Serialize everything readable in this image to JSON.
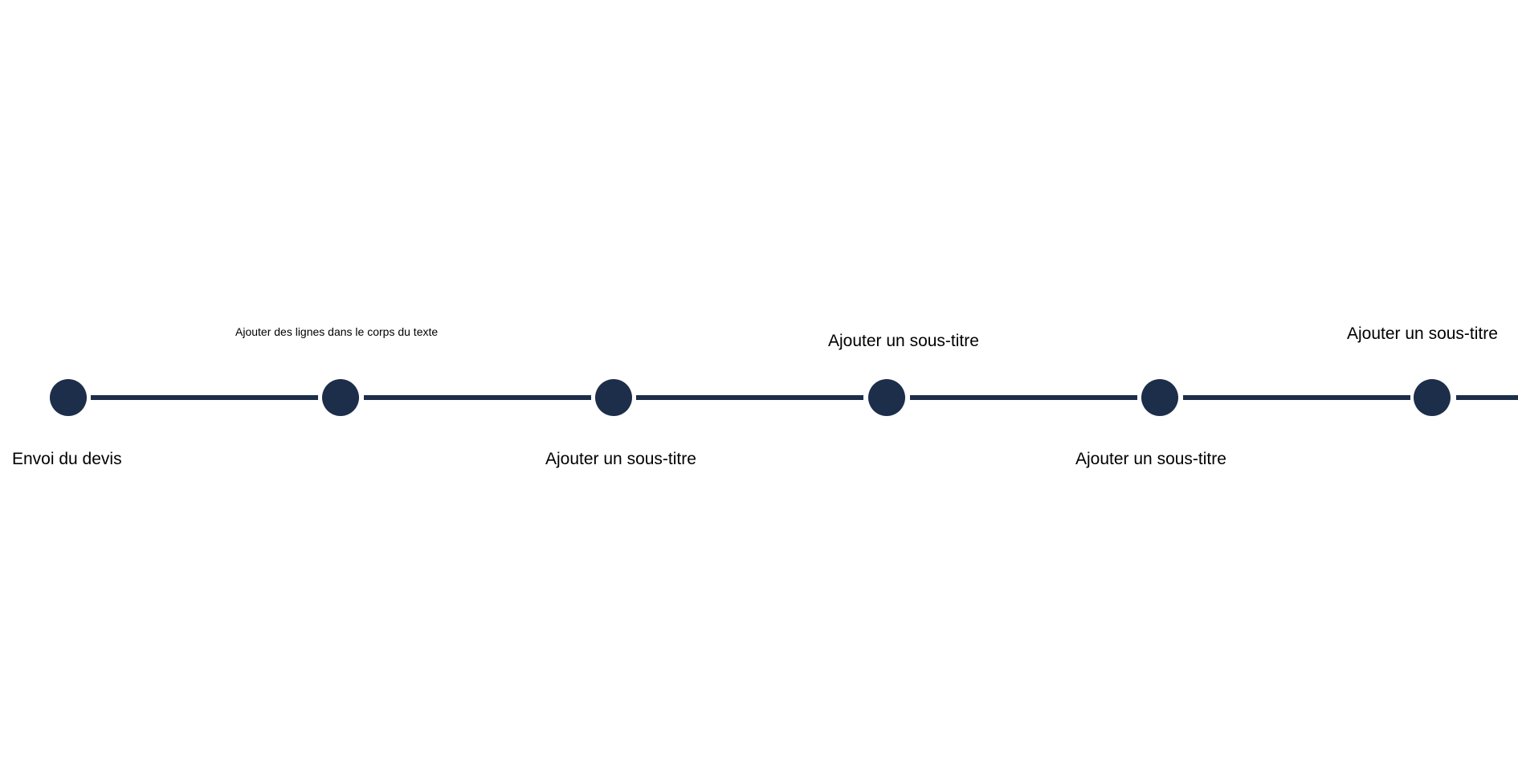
{
  "timeline": {
    "accent_color": "#1d2e4b",
    "labels": {
      "first": "Envoi du devis",
      "second": "Ajouter des lignes dans le corps du texte",
      "third": "Ajouter un sous-titre",
      "fourth": "Ajouter un sous-titre",
      "fifth": "Ajouter un sous-titre",
      "sixth": "Ajouter un sous-titre"
    }
  }
}
